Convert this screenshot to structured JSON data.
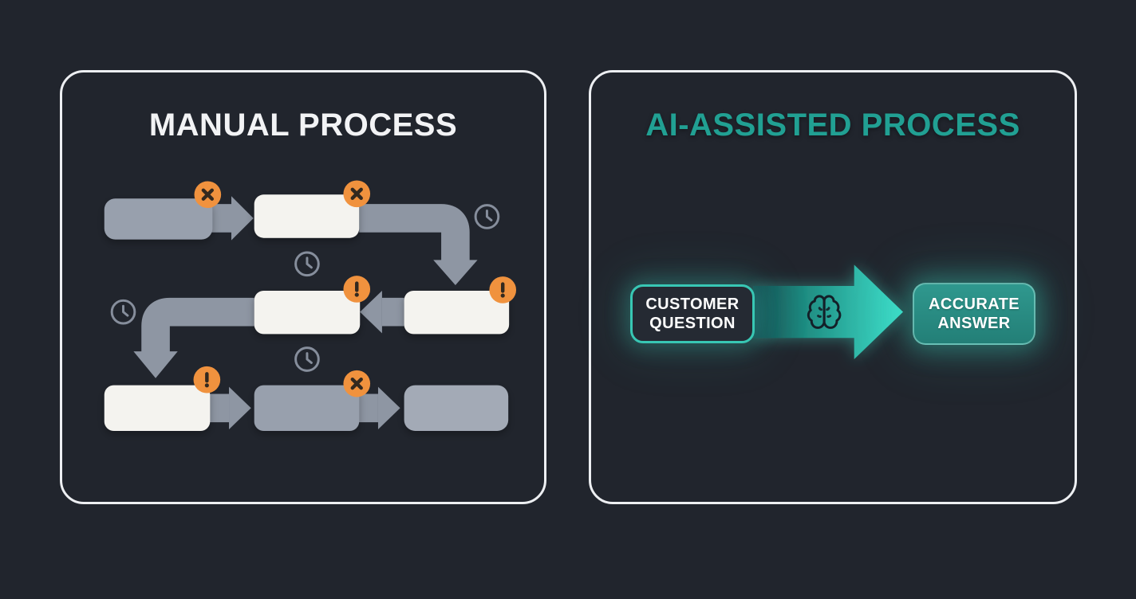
{
  "page": {
    "background_color": "#21252d",
    "panel_border_color": "#edeff2"
  },
  "left_panel": {
    "title": "MANUAL PROCESS",
    "title_color": "#f2f3f5",
    "flowchart": {
      "box_gray_color": "#98a0ad",
      "box_white_color": "#f4f3ef",
      "arrow_color": "#8e96a3",
      "badge_color": "#f0923e",
      "badge_symbol_color": "#33291f",
      "clock_color": "#868e9c",
      "steps": [
        {
          "row": 1,
          "style": "gray",
          "badge": "error-x"
        },
        {
          "row": 1,
          "style": "white",
          "badge": "error-x"
        },
        {
          "row": 2,
          "style": "white",
          "badge": "warning-exclamation"
        },
        {
          "row": 2,
          "style": "white",
          "badge": "warning-exclamation"
        },
        {
          "row": 3,
          "style": "white",
          "badge": "warning-exclamation"
        },
        {
          "row": 3,
          "style": "gray",
          "badge": "error-x"
        },
        {
          "row": 3,
          "style": "gray",
          "badge": null
        }
      ],
      "delay_clock_count": 4
    }
  },
  "right_panel": {
    "title": "AI-ASSISTED PROCESS",
    "title_color": "#21a093",
    "accent_color": "#3bd3c0",
    "question_box": {
      "line1": "CUSTOMER",
      "line2": "QUESTION"
    },
    "answer_box": {
      "line1": "ACCURATE",
      "line2": "ANSWER"
    },
    "arrow_icon": "brain-icon"
  }
}
